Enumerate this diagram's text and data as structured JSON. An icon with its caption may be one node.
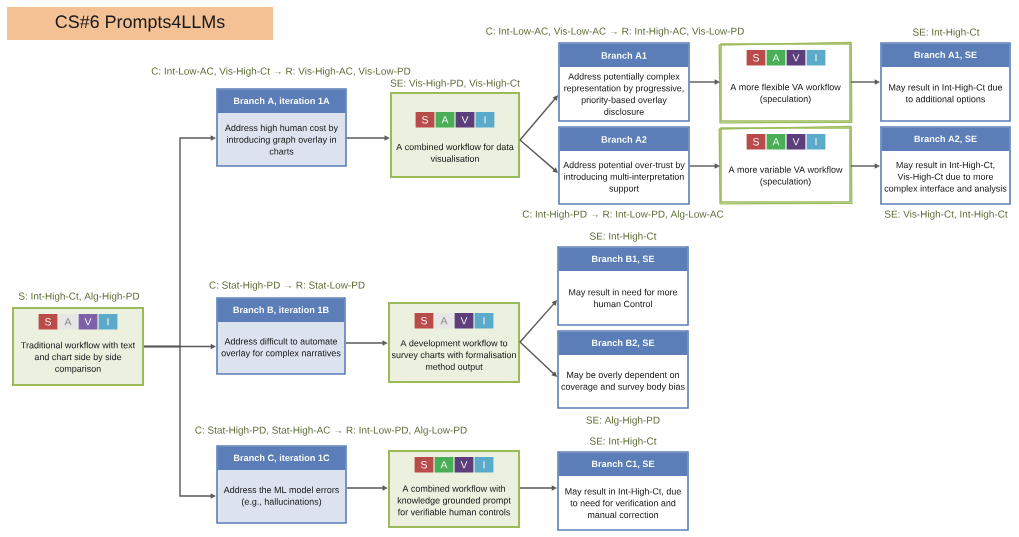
{
  "diagram": {
    "title": "CS#6 Prompts4LLMs",
    "nodes": [
      {
        "text": [
          "Traditional workflow with text and chart side by side comparison"
        ],
        "beside": [
          "S: Int-High-Ct, Alg-High-PD"
        ]
      },
      {
        "text": [
          "S"
        ],
        "in": 0
      },
      {
        "text": [
          "A"
        ],
        "in": 0
      },
      {
        "text": [
          "V"
        ],
        "in": 0
      },
      {
        "text": [
          "I"
        ],
        "in": 0
      },
      {
        "text": [
          "Branch A, iteration 1A",
          "Address high human cost by introducing graph overlay in charts"
        ],
        "beside": [
          "C: Int-Low-AC, Vis-High-Ct → R: Vis-High-AC, Vis-Low-PD"
        ]
      },
      {
        "text": [
          "A combined workflow for data visualisation"
        ],
        "beside": [
          "SE: Vis-High-PD, Vis-High-Ct"
        ]
      },
      {
        "text": [
          "S"
        ],
        "in": 6
      },
      {
        "text": [
          "A"
        ],
        "in": 6
      },
      {
        "text": [
          "V"
        ],
        "in": 6
      },
      {
        "text": [
          "I"
        ],
        "in": 6
      },
      {
        "text": [
          "Branch A1",
          "Address potentially complex representation by progressive, priority-based overlay disclosure"
        ],
        "beside": [
          "C: Int-Low-AC, Vis-Low-AC → R: Int-High-AC, Vis-Low-PD"
        ]
      },
      {
        "text": [
          "A more flexible VA workflow (speculation)"
        ]
      },
      {
        "text": [
          "S"
        ],
        "in": 12
      },
      {
        "text": [
          "A"
        ],
        "in": 12
      },
      {
        "text": [
          "V"
        ],
        "in": 12
      },
      {
        "text": [
          "I"
        ],
        "in": 12
      },
      {
        "text": [
          "Branch A1, SE",
          "May result in Int-High-Ct due to additional options"
        ],
        "beside": [
          "SE: Int-High-Ct"
        ]
      },
      {
        "text": [
          "Branch A2",
          "Address potential over-trust by introducing multi-interpretation support"
        ],
        "beside": [
          "C: Int-High-PD → R: Int-Low-PD, Alg-Low-AC"
        ]
      },
      {
        "text": [
          "A more variable VA workflow (speculation)"
        ]
      },
      {
        "text": [
          "S"
        ],
        "in": 19
      },
      {
        "text": [
          "A"
        ],
        "in": 19
      },
      {
        "text": [
          "V"
        ],
        "in": 19
      },
      {
        "text": [
          "I"
        ],
        "in": 19
      },
      {
        "text": [
          "Branch A2, SE",
          "May result in Int-High-Ct, Vis-High-Ct due to more complex interface and analysis"
        ],
        "beside": [
          "SE: Vis-High-Ct, Int-High-Ct"
        ]
      },
      {
        "text": [
          "Branch B, iteration 1B",
          "Address difficult to automate overlay for complex narratives"
        ],
        "beside": [
          "C: Stat-High-PD → R: Stat-Low-PD"
        ]
      },
      {
        "text": [
          "A development workflow to survey charts with formalisation method output"
        ]
      },
      {
        "text": [
          "S"
        ],
        "in": 26
      },
      {
        "text": [
          "A"
        ],
        "in": 26
      },
      {
        "text": [
          "V"
        ],
        "in": 26
      },
      {
        "text": [
          "I"
        ],
        "in": 26
      },
      {
        "text": [
          "Branch B1, SE",
          "May result in need for more human Control"
        ],
        "beside": [
          "SE: Int-High-Ct"
        ]
      },
      {
        "text": [
          "Branch B2, SE",
          "May be overly dependent on coverage and survey body bias"
        ],
        "beside": [
          "SE: Alg-High-PD"
        ]
      },
      {
        "text": [
          "Branch C, iteration 1C",
          "Address the ML model errors (e.g., hallucinations)"
        ],
        "beside": [
          "C: Stat-High-PD, Stat-High-AC → R: Int-Low-PD, Alg-Low-PD"
        ]
      },
      {
        "text": [
          "A combined workflow with knowledge grounded prompt for verifiable human controls"
        ]
      },
      {
        "text": [
          "S"
        ],
        "in": 34
      },
      {
        "text": [
          "A"
        ],
        "in": 34
      },
      {
        "text": [
          "V"
        ],
        "in": 34
      },
      {
        "text": [
          "I"
        ],
        "in": 34
      },
      {
        "text": [
          "Branch C1, SE",
          "May result in Int-High-Ct, due to need for verification and manual correction"
        ],
        "beside": [
          "SE: Int-High-Ct"
        ]
      }
    ],
    "edges": [
      {
        "from": 0,
        "to": 5,
        "arrow": "to"
      },
      {
        "from": 0,
        "to": 25,
        "arrow": "to"
      },
      {
        "from": 0,
        "to": 33,
        "arrow": "to"
      },
      {
        "from": 5,
        "to": 6,
        "arrow": "to"
      },
      {
        "from": 6,
        "to": 11,
        "arrow": "to"
      },
      {
        "from": 6,
        "to": 18,
        "arrow": "to"
      },
      {
        "from": 11,
        "to": 12,
        "arrow": "to"
      },
      {
        "from": 12,
        "to": 17,
        "arrow": "to"
      },
      {
        "from": 18,
        "to": 19,
        "arrow": "to"
      },
      {
        "from": 19,
        "to": 24,
        "arrow": "to"
      },
      {
        "from": 25,
        "to": 26,
        "arrow": "to"
      },
      {
        "from": 26,
        "to": 31,
        "arrow": "to"
      },
      {
        "from": 26,
        "to": 32,
        "arrow": "to"
      },
      {
        "from": 33,
        "to": 34,
        "arrow": "to"
      },
      {
        "from": 34,
        "to": 39,
        "arrow": "to"
      }
    ]
  }
}
